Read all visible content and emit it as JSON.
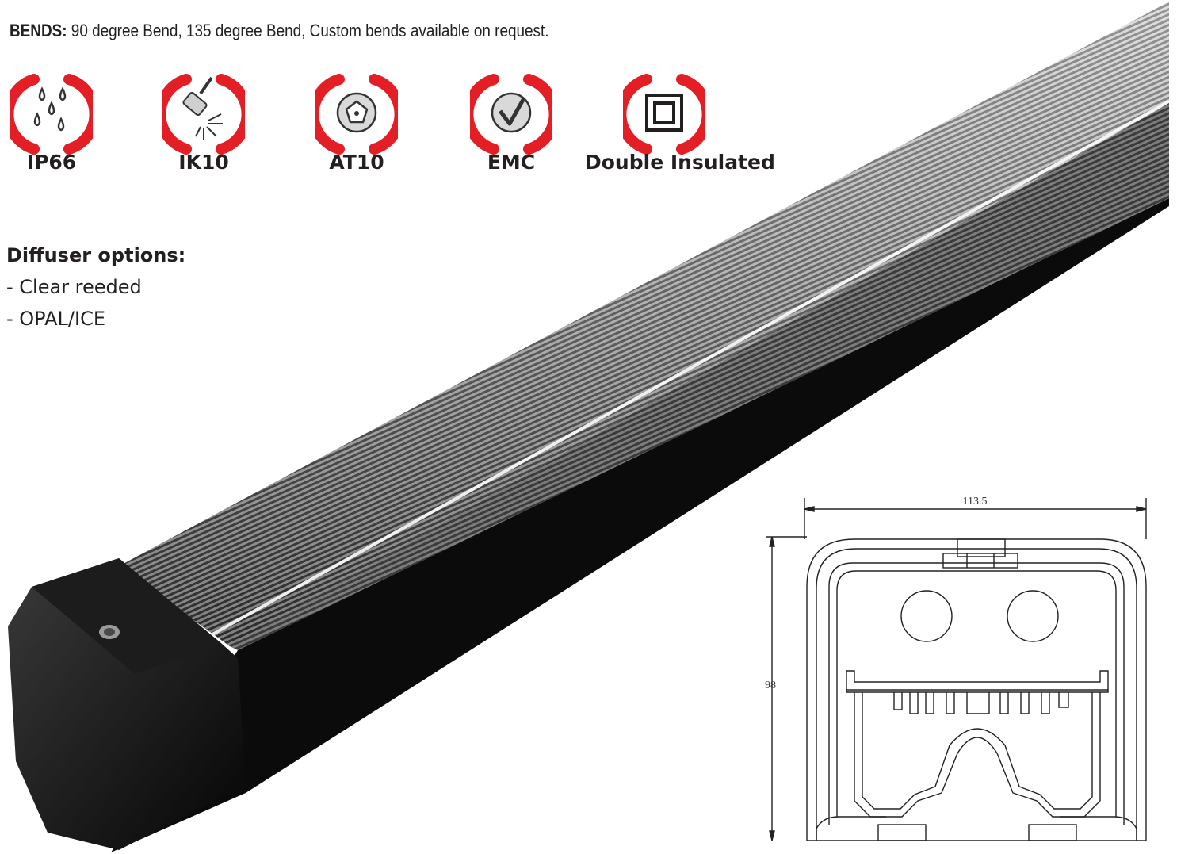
{
  "bends": {
    "label": "BENDS:",
    "text": " 90 degree Bend, 135 degree Bend, Custom bends available on request."
  },
  "icons": [
    {
      "label": "IP66",
      "icon": "water-drops-icon"
    },
    {
      "label": "IK10",
      "icon": "hammer-impact-icon"
    },
    {
      "label": "AT10",
      "icon": "tamper-screw-icon"
    },
    {
      "label": "EMC",
      "icon": "emc-check-icon"
    },
    {
      "label": "Double Insulated",
      "icon": "double-square-icon"
    }
  ],
  "diffuser": {
    "title": "Diffuser options:",
    "options": [
      "- Clear reeded",
      "- OPAL/ICE"
    ]
  },
  "drawing": {
    "width_dim": "113.5",
    "height_dim": "98"
  },
  "colors": {
    "accent_red": "#e31e24",
    "text": "#231f20"
  }
}
